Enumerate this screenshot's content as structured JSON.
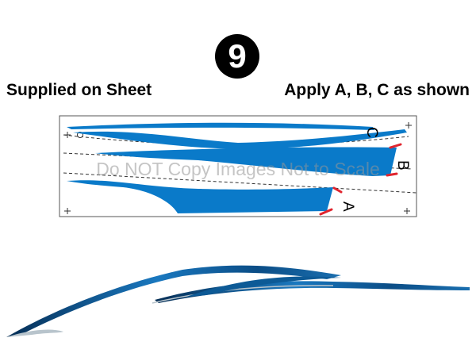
{
  "badge": {
    "number": "9"
  },
  "headings": {
    "left": "Supplied on Sheet",
    "right": "Apply A, B, C as shown"
  },
  "sheet": {
    "labels": {
      "a": "A",
      "b": "B",
      "c": "C"
    },
    "watermark": "Do NOT Copy Images Not to Scale"
  },
  "colors": {
    "decal_blue": "#0a7ac9",
    "cut_mark_red": "#e0242e",
    "gradient_dark": "#062e55",
    "gradient_light": "#1a78bf",
    "outline_silver": "#b8c4cc"
  },
  "icons": [
    "register-mark-icon",
    "cut-mark-icon"
  ]
}
